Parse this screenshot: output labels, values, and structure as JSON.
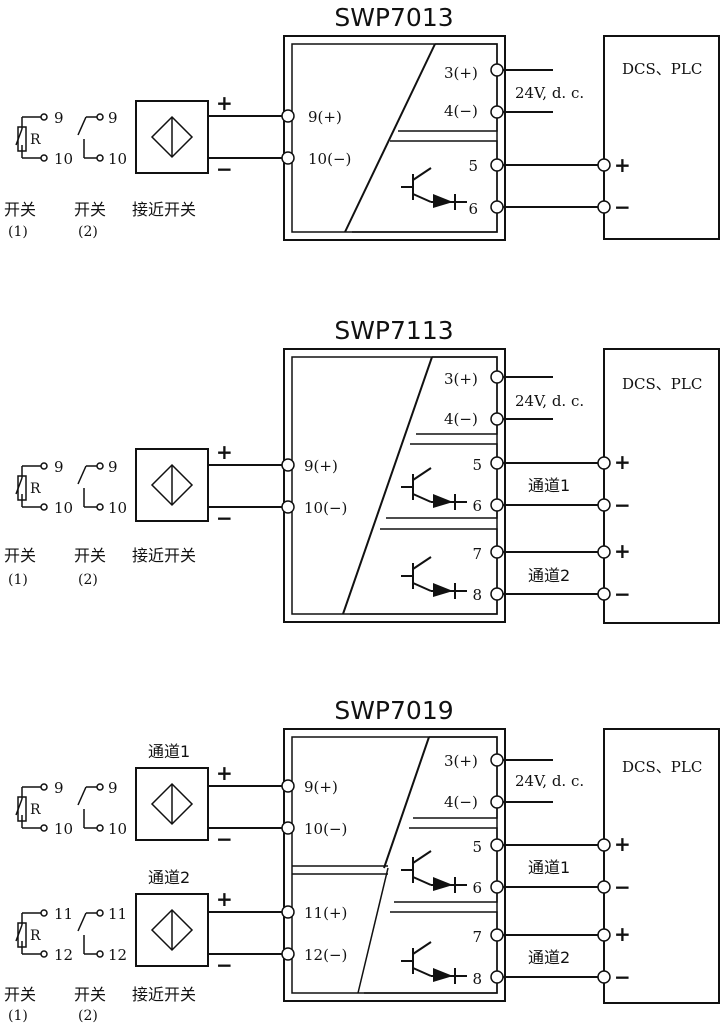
{
  "colors": {
    "ink": "#111111",
    "background": "#ffffff"
  },
  "icons": [
    "switch-contact-icon",
    "resistor-icon",
    "proximity-sensor-icon",
    "transistor-output-icon",
    "terminal-circle-icon"
  ],
  "common": {
    "supply_pos": "3(+)",
    "supply_neg": "4(−)",
    "supply_voltage": "24V, d. c.",
    "host": "DCS、PLC",
    "plus": "+",
    "minus": "−",
    "resistor": "R",
    "switch_label": "开关",
    "switch1_num": "(1)",
    "switch2_num": "(2)",
    "proximity_label": "接近开关",
    "channel1": "通道1",
    "channel2": "通道2"
  },
  "diagrams": [
    {
      "title": "SWP7013",
      "inputs": [
        {
          "pos_terminal": "9(+)",
          "neg_terminal": "10(−)",
          "t_top": "9",
          "t_bot": "10"
        }
      ],
      "outputs": [
        {
          "pos_terminal": "5",
          "neg_terminal": "6"
        }
      ]
    },
    {
      "title": "SWP7113",
      "inputs": [
        {
          "pos_terminal": "9(+)",
          "neg_terminal": "10(−)",
          "t_top": "9",
          "t_bot": "10"
        }
      ],
      "outputs": [
        {
          "pos_terminal": "5",
          "neg_terminal": "6"
        },
        {
          "pos_terminal": "7",
          "neg_terminal": "8"
        }
      ]
    },
    {
      "title": "SWP7019",
      "inputs": [
        {
          "pos_terminal": "9(+)",
          "neg_terminal": "10(−)",
          "t_top": "9",
          "t_bot": "10"
        },
        {
          "pos_terminal": "11(+)",
          "neg_terminal": "12(−)",
          "t_top": "11",
          "t_bot": "12"
        }
      ],
      "outputs": [
        {
          "pos_terminal": "5",
          "neg_terminal": "6"
        },
        {
          "pos_terminal": "7",
          "neg_terminal": "8"
        }
      ]
    }
  ]
}
